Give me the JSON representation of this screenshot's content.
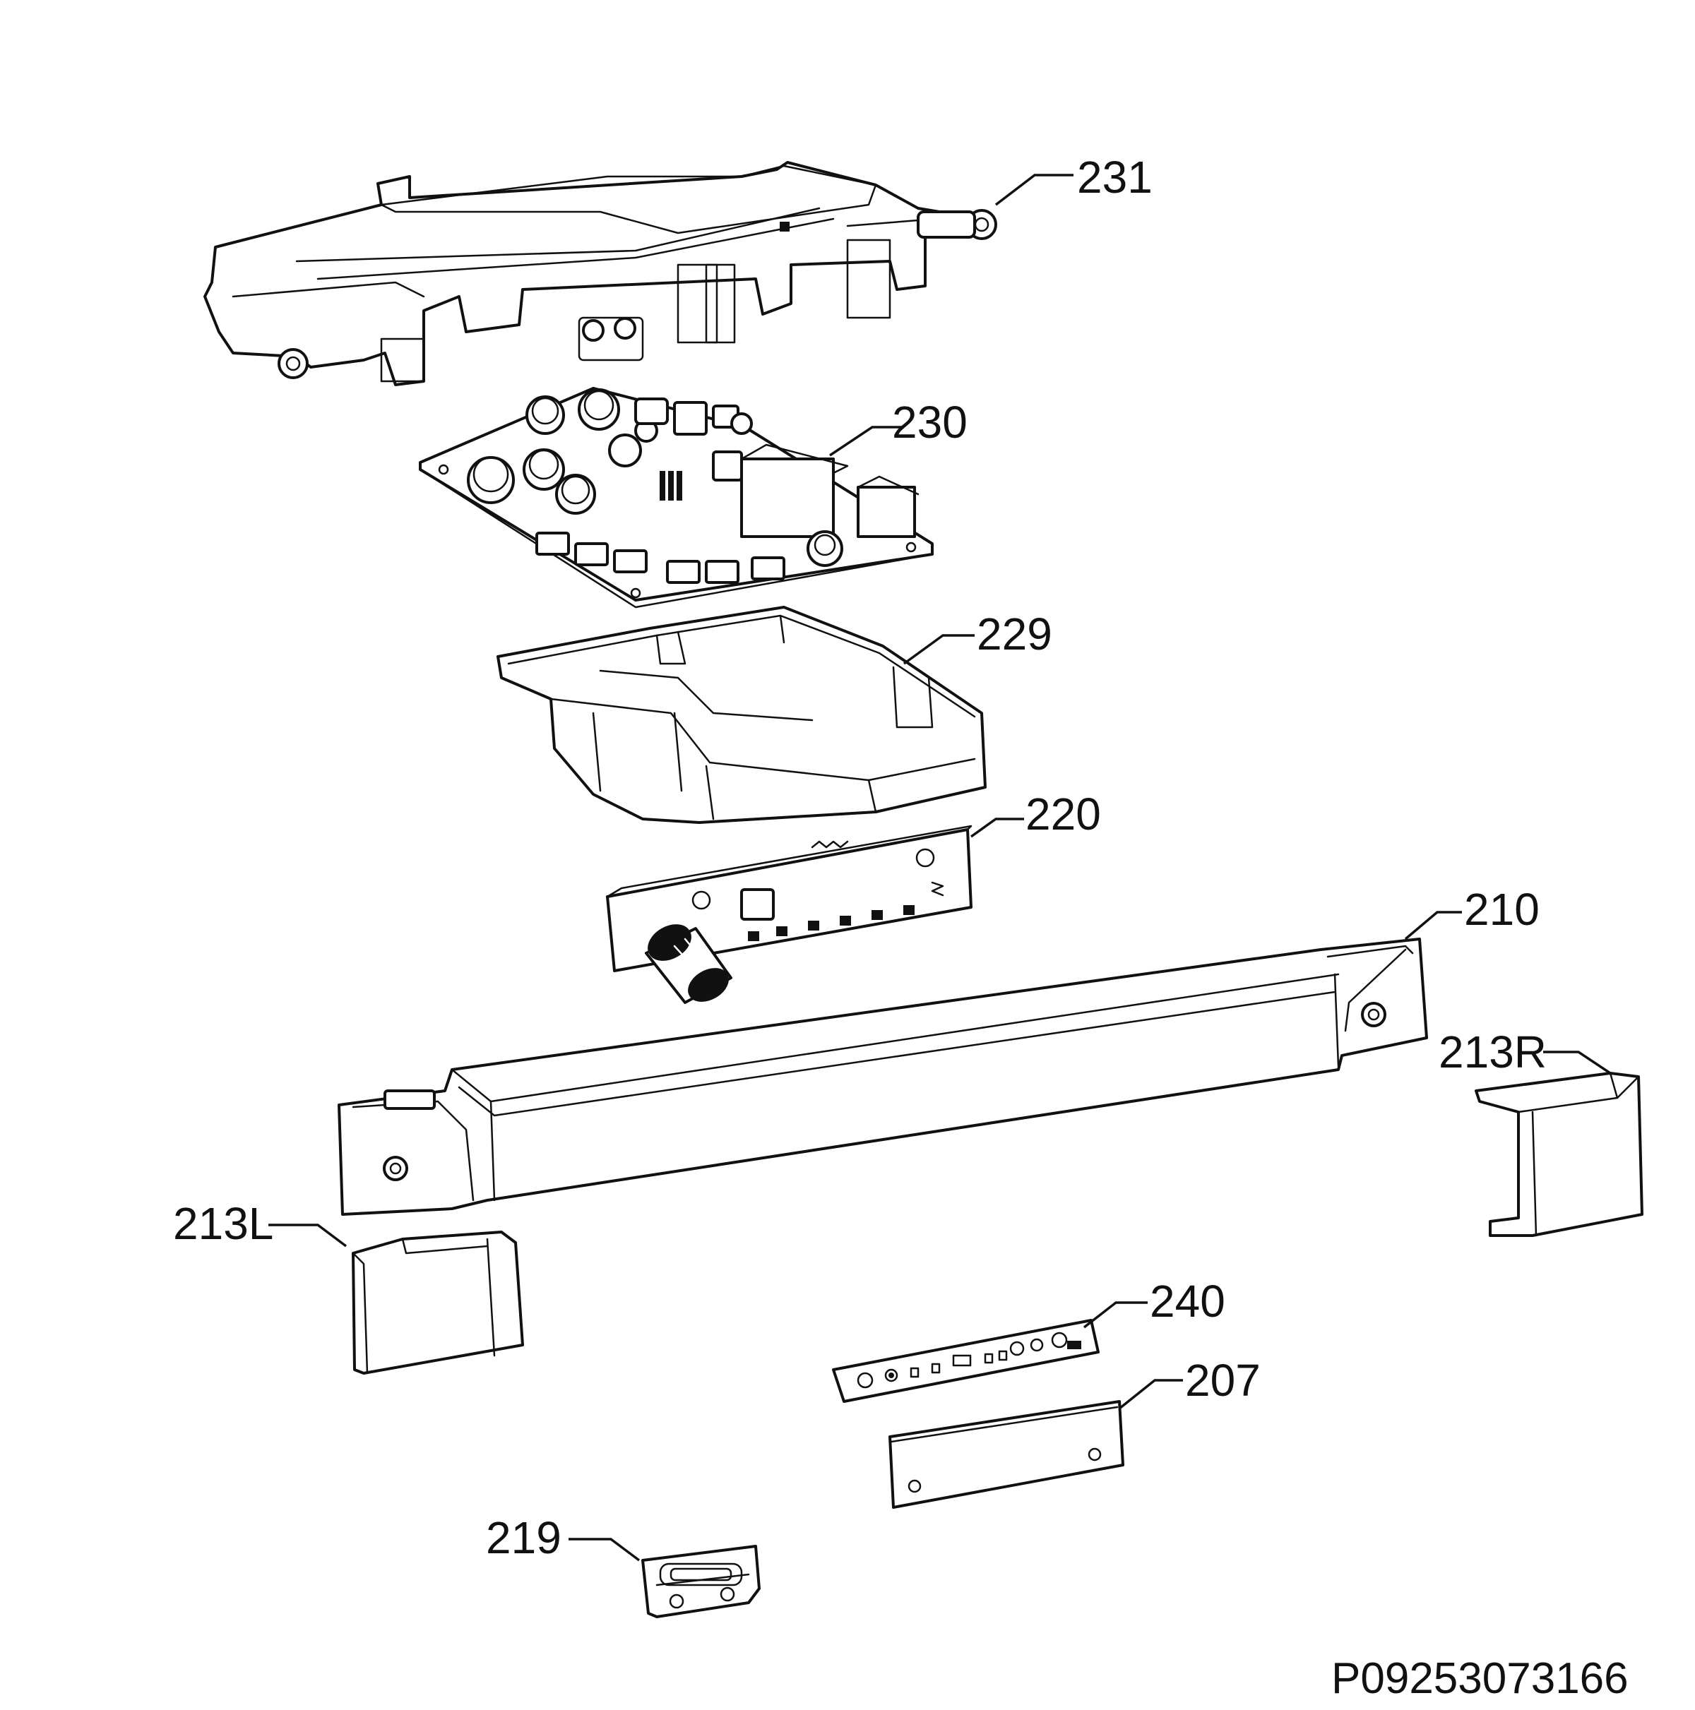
{
  "diagram": {
    "drawing_code": "P09253073166",
    "parts": [
      {
        "id": "231",
        "label": "231"
      },
      {
        "id": "230",
        "label": "230"
      },
      {
        "id": "229",
        "label": "229"
      },
      {
        "id": "220",
        "label": "220"
      },
      {
        "id": "210",
        "label": "210"
      },
      {
        "id": "213R",
        "label": "213R"
      },
      {
        "id": "213L",
        "label": "213L"
      },
      {
        "id": "240",
        "label": "240"
      },
      {
        "id": "207",
        "label": "207"
      },
      {
        "id": "219",
        "label": "219"
      }
    ]
  }
}
